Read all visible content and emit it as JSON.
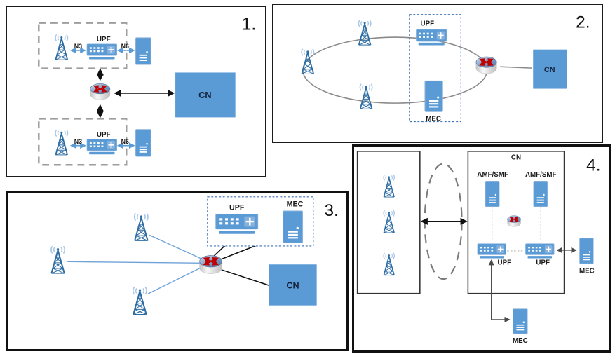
{
  "diagram": {
    "panel1": {
      "number": "1.",
      "cn": "CN",
      "top_site": {
        "n3": "N3",
        "upf": "UPF",
        "n6": "N6"
      },
      "bottom_site": {
        "n3": "N3",
        "upf": "UPF",
        "n6": "N6"
      }
    },
    "panel2": {
      "number": "2.",
      "upf": "UPF",
      "mec": "MEC",
      "cn": "CN"
    },
    "panel3": {
      "number": "3.",
      "upf": "UPF",
      "mec": "MEC",
      "cn": "CN"
    },
    "panel4": {
      "number": "4.",
      "cn": "CN",
      "amf_smf_left": "AMF/SMF",
      "amf_smf_right": "AMF/SMF",
      "upf_left": "UPF",
      "upf_right": "UPF",
      "mec_right": "MEC",
      "mec_bottom": "MEC"
    }
  },
  "icons": {
    "cell_tower": "cell-tower-icon",
    "router": "router-icon",
    "upf_device": "upf-device-icon",
    "server": "server-icon"
  },
  "colors": {
    "element_blue": "#5b9bd5",
    "tower_blue": "#2e6da4",
    "wave_blue": "#a9c7e7",
    "router_red": "#c00000",
    "line_black": "#1a1a1a",
    "line_gray": "#8a8a8a",
    "dashed_gray": "#9e9e9e",
    "dotted_blue": "#3f6fb5"
  }
}
